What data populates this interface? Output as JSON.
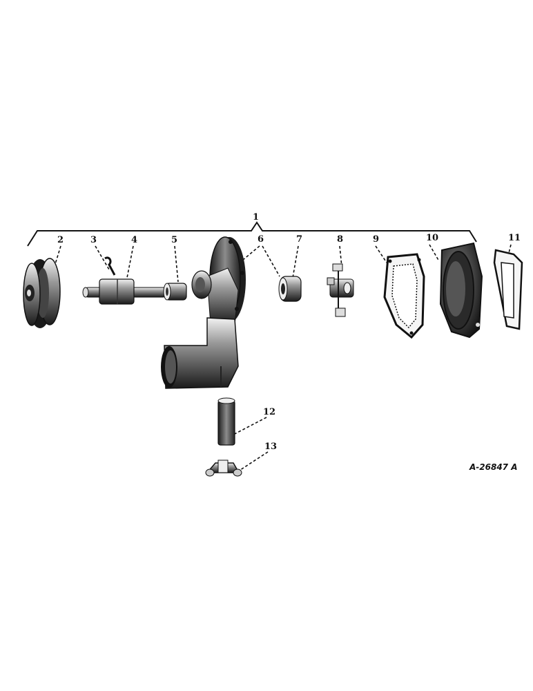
{
  "diagram": {
    "callouts": {
      "c1": "1",
      "c2": "2",
      "c3": "3",
      "c4": "4",
      "c5": "5",
      "c6": "6",
      "c7": "7",
      "c8": "8",
      "c9": "9",
      "c10": "10",
      "c11": "11",
      "c12": "12",
      "c13": "13"
    },
    "figure_ref": "A-26847 A"
  }
}
